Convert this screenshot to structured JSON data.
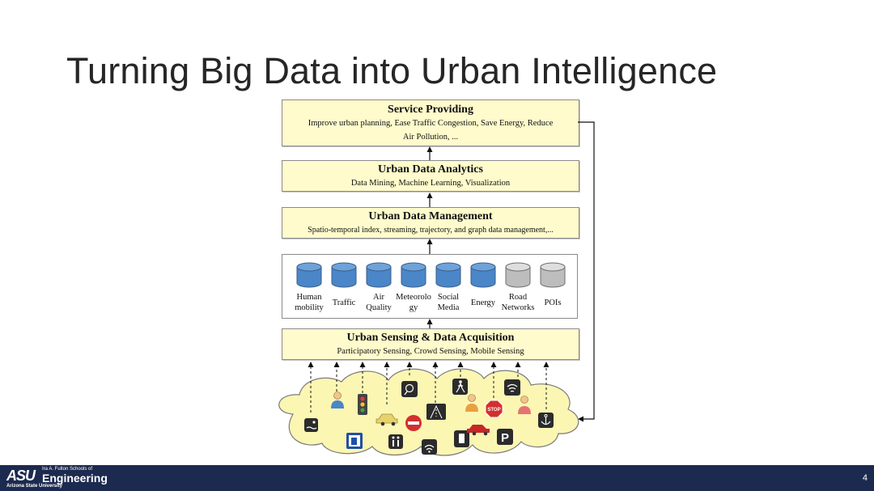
{
  "title": "Turning Big Data into Urban Intelligence",
  "layers": {
    "service": {
      "title": "Service Providing",
      "desc_line1": "Improve urban planning, Ease Traffic Congestion, Save Energy, Reduce",
      "desc_line2": "Air Pollution, ..."
    },
    "analytics": {
      "title": "Urban Data Analytics",
      "desc": "Data Mining, Machine Learning, Visualization"
    },
    "management": {
      "title": "Urban Data Management",
      "desc": "Spatio-temporal index, streaming, trajectory, and graph data management,..."
    },
    "sensing": {
      "title": "Urban Sensing & Data Acquisition",
      "desc": "Participatory Sensing, Crowd Sensing, Mobile Sensing"
    }
  },
  "data_sources": [
    {
      "label": "Human\nmobility",
      "color": "#4a86c8"
    },
    {
      "label": "Traffic",
      "color": "#4a86c8"
    },
    {
      "label": "Air\nQuality",
      "color": "#4a86c8"
    },
    {
      "label": "Meteorolo\ngy",
      "color": "#4a86c8"
    },
    {
      "label": "Social\nMedia",
      "color": "#4a86c8"
    },
    {
      "label": "Energy",
      "color": "#4a86c8"
    },
    {
      "label": "Road\nNetworks",
      "color": "#bdbdbd"
    },
    {
      "label": "POIs",
      "color": "#bdbdbd"
    }
  ],
  "city_icons": [
    "swimmer-icon",
    "person-icon",
    "traffic-light-icon",
    "car-icon",
    "fuel-icon",
    "tennis-icon",
    "no-entry-icon",
    "restroom-icon",
    "road-icon",
    "wifi-icon",
    "pedestrian-icon",
    "phone-icon",
    "person-icon",
    "stop-sign-icon",
    "car-icon",
    "parking-icon",
    "wireless-icon",
    "person-icon",
    "anchor-icon"
  ],
  "footer": {
    "asu": "ASU",
    "school_small": "Ira A. Fulton Schools of",
    "school_big": "Engineering",
    "university": "Arizona State University",
    "page_number": "4"
  }
}
